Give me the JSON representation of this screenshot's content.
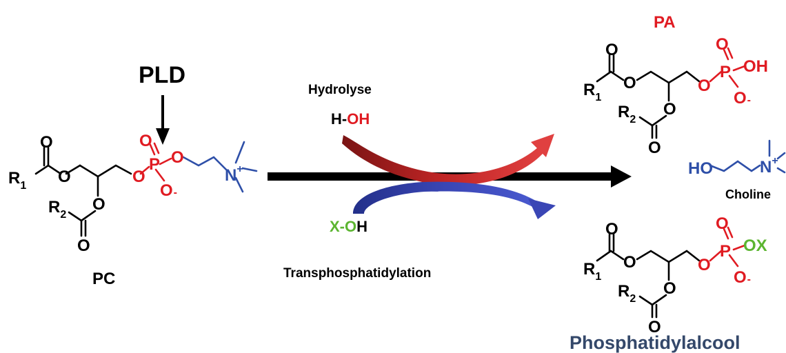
{
  "colors": {
    "black": "#000000",
    "red": "#e01b22",
    "blue": "#2e4fa8",
    "green": "#5cb531",
    "navy": "#34486a",
    "hydrolyse_arrow": "#a51d1d",
    "transphos_arrow": "#3440a8"
  },
  "enzyme": "PLD",
  "labels": {
    "hydrolyse": "Hydrolyse",
    "transphosphatidylation": "Transphosphatidylation",
    "pc": "PC",
    "pa": "PA",
    "choline": "Choline",
    "phosphatidylalcool": "Phosphatidylalcool"
  },
  "reagents": {
    "water": {
      "h": "H-",
      "oh": "OH"
    },
    "alcohol": {
      "x": "X-",
      "o": "O",
      "h": "H"
    }
  },
  "atoms": {
    "r": "R",
    "sub1": "1",
    "sub2": "2",
    "o": "O",
    "p": "P",
    "n": "N",
    "plus": "+",
    "minus": "-",
    "oh": "OH",
    "ho": "HO",
    "ox": "OX"
  }
}
